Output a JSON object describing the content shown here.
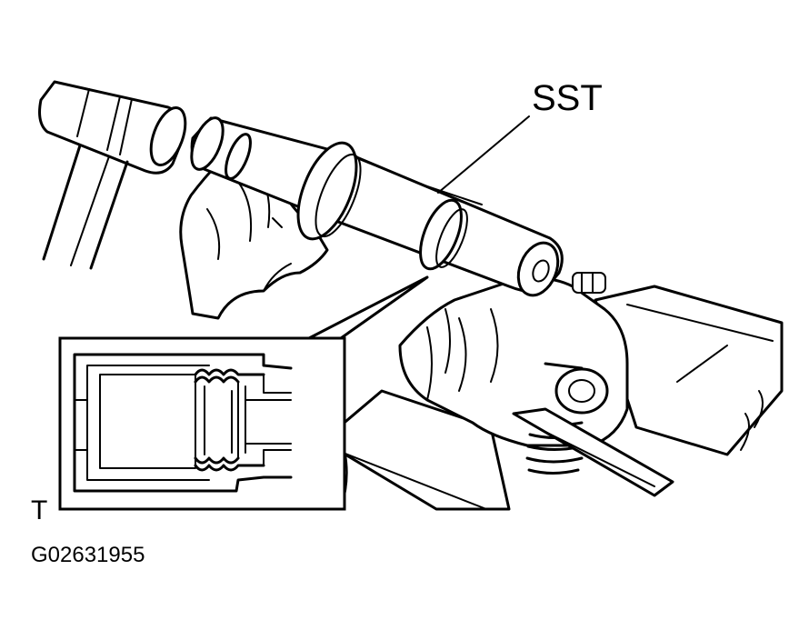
{
  "labels": {
    "tool": "SST",
    "inset_marker": "T",
    "figure_code": "G02631955"
  },
  "colors": {
    "line": "#000000",
    "background": "#ffffff"
  }
}
